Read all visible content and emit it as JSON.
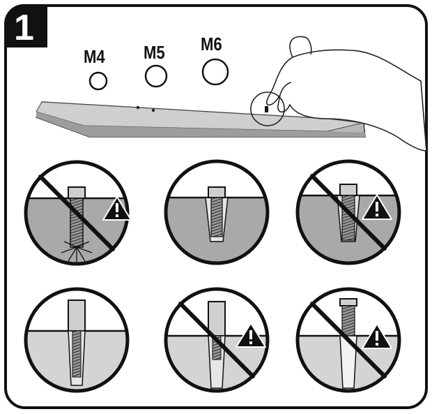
{
  "step": {
    "number": "1"
  },
  "screw_sizes": [
    {
      "label": "M4"
    },
    {
      "label": "M5"
    },
    {
      "label": "M6"
    }
  ],
  "illustration": {
    "hand_icon": "hand-icon",
    "part_icon": "base-plate-icon",
    "warning_icon": "warning-triangle-icon",
    "prohibited_icon": "prohibited-sign-icon"
  },
  "colors": {
    "line": "#111111",
    "surface_dark": "#a9a9a9",
    "surface_light": "#d4d4d4",
    "screw": "#c9c9c9"
  }
}
